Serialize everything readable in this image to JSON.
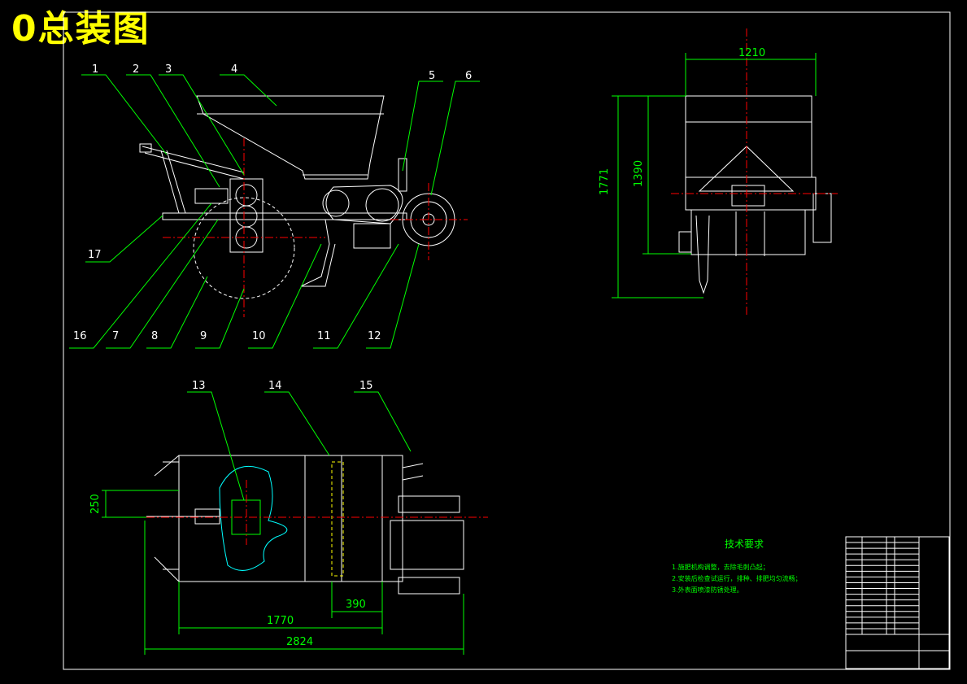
{
  "title": "0总装图",
  "colors": {
    "background": "#000000",
    "title": "#ffff00",
    "geometry": "#ffffff",
    "dimension": "#00ff00",
    "centerline": "#ff0000",
    "hidden": "#ffff00",
    "outline": "#00ffff",
    "balloon_text": "#ffffff"
  },
  "balloons": [
    "1",
    "2",
    "3",
    "4",
    "5",
    "6",
    "7",
    "8",
    "9",
    "10",
    "11",
    "12",
    "13",
    "14",
    "15",
    "16",
    "17"
  ],
  "dimensions": {
    "front_width": "1210",
    "height_total": "1771",
    "height_body": "1390",
    "offset": "250",
    "pitch": "390",
    "wheelbase": "1770",
    "overall_length": "2824"
  },
  "tech_requirements": {
    "heading": "技术要求",
    "items": [
      "1.施肥机构调整，去除毛刺凸起；",
      "2.安装后检查试运行，排种、排肥均匀流畅；",
      "3.外表面喷漆防锈处理。"
    ]
  },
  "title_block": {
    "rows": 17
  }
}
